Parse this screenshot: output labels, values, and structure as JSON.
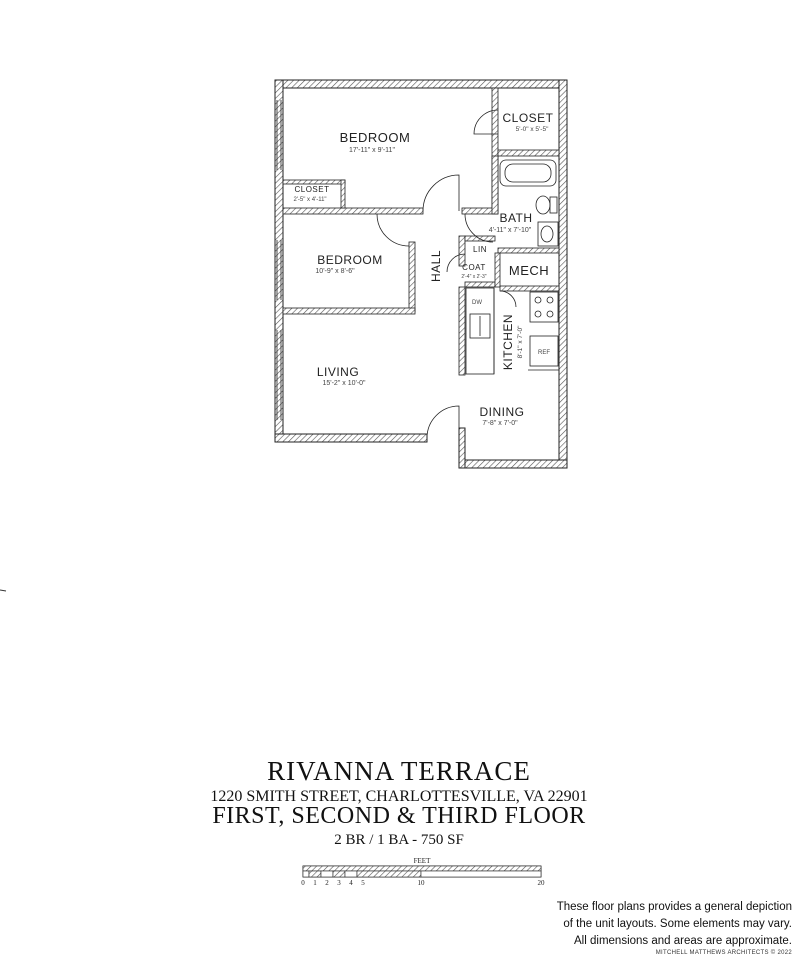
{
  "rooms": {
    "bedroom1": {
      "name": "BEDROOM",
      "dims": "17'-11\" x 9'-11\""
    },
    "closet1": {
      "name": "CLOSET",
      "dims": "5'-0\" x 5'-5\""
    },
    "closet2": {
      "name": "CLOSET",
      "dims": "2'-5\" x 4'-11\""
    },
    "bath": {
      "name": "BATH",
      "dims": "4'-11\" x 7'-10\""
    },
    "bedroom2": {
      "name": "BEDROOM",
      "dims": "10'-9\" x 8'-6\""
    },
    "hall": {
      "name": "HALL"
    },
    "linen": {
      "name": "LIN"
    },
    "coat": {
      "name": "COAT",
      "dims": "2'-4\" x 2'-3\""
    },
    "mech": {
      "name": "MECH"
    },
    "kitchen": {
      "name": "KITCHEN",
      "dims": "8'-1\" x 7'-0\""
    },
    "living": {
      "name": "LIVING",
      "dims": "15'-2\" x 10'-0\""
    },
    "dining": {
      "name": "DINING",
      "dims": "7'-8\" x 7'-0\""
    }
  },
  "fixtures": {
    "dishwasher": "DW",
    "refrigerator": "REF"
  },
  "title": {
    "project": "RIVANNA TERRACE",
    "address": "1220 SMITH STREET, CHARLOTTESVILLE, VA 22901",
    "floors": "FIRST, SECOND & THIRD FLOOR",
    "summary": "2 BR / 1 BA - 750 SF"
  },
  "scale": {
    "unit": "FEET",
    "ticks": [
      "0",
      "1",
      "2",
      "3",
      "4",
      "5",
      "10",
      "20"
    ]
  },
  "disclaimer": {
    "line1": "These floor plans provides a general depiction",
    "line2": "of the unit layouts. Some elements may vary.",
    "line3": "All dimensions and areas are approximate."
  },
  "credit": "MITCHELL MATTHEWS ARCHITECTS © 2022"
}
